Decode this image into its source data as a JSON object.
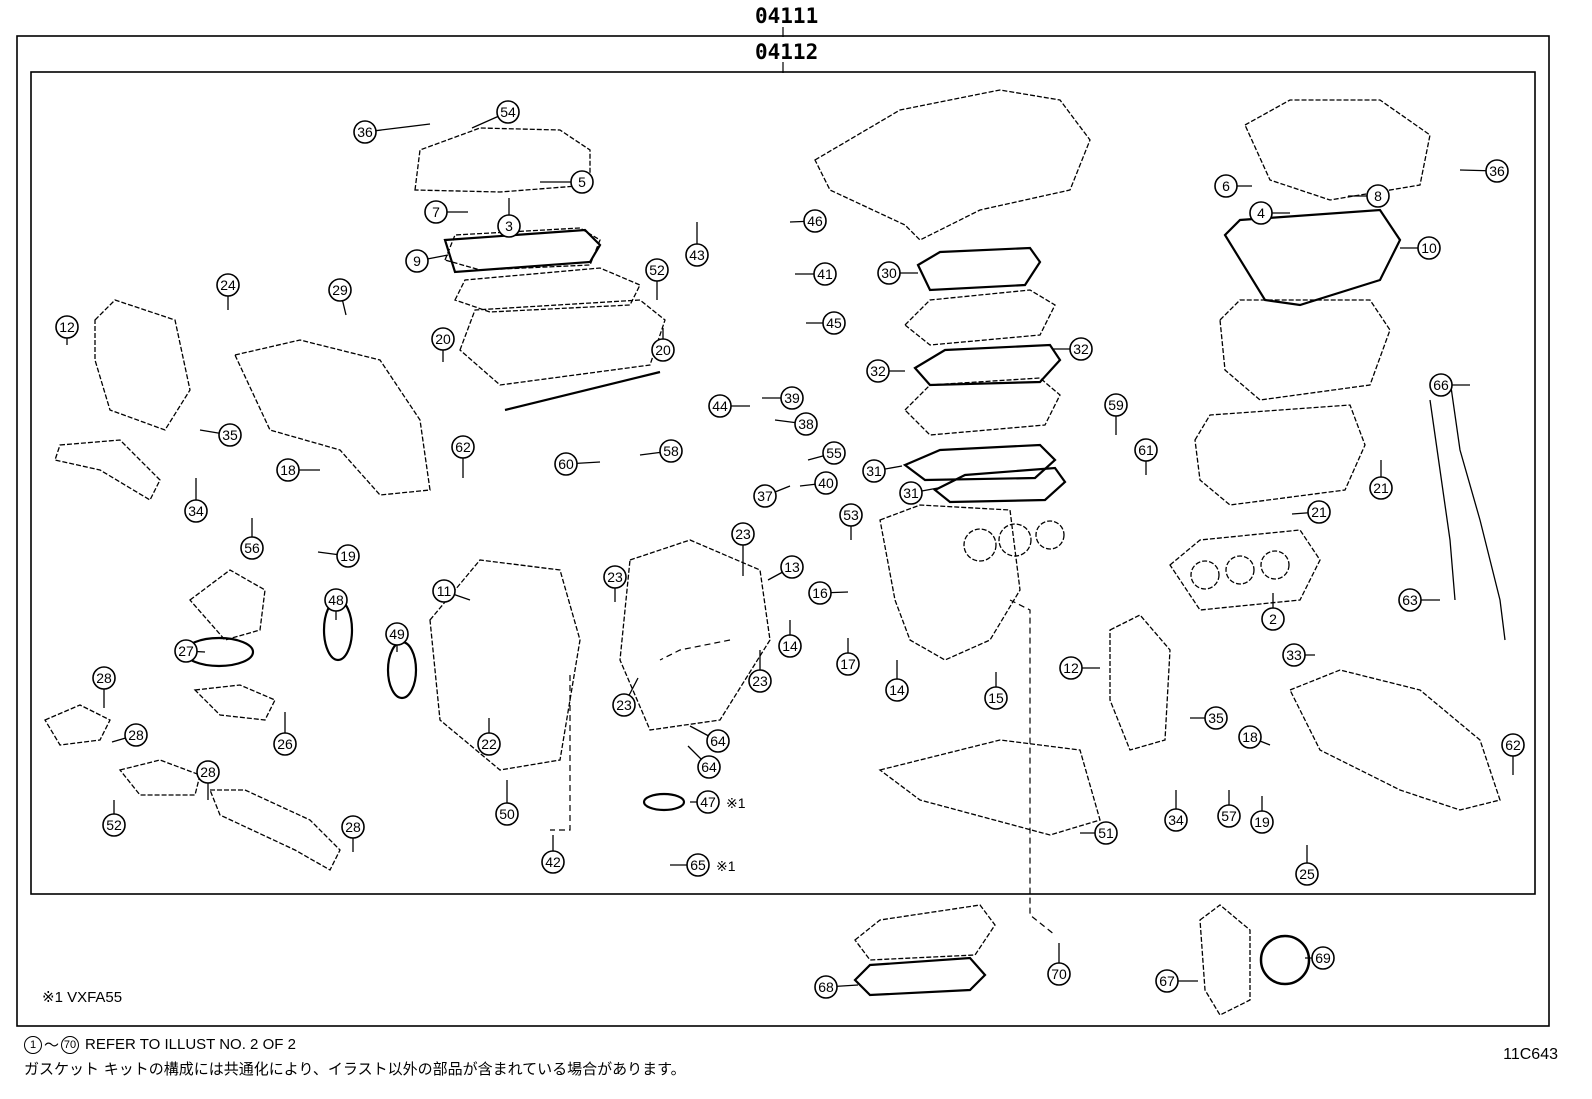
{
  "header": {
    "assembly_code": "04111",
    "kit_code": "04112"
  },
  "footnote": "※1  VXFA55",
  "refer_note": {
    "from": "1",
    "to": "70",
    "text": "REFER TO ILLUST NO. 2 OF 2"
  },
  "japanese_note": "ガスケット キットの構成には共通化により、イラスト以外の部品が含まれている場合があります。",
  "illustration_code": "11C643",
  "callouts": [
    "54",
    "36",
    "5",
    "7",
    "3",
    "46",
    "43",
    "9",
    "6",
    "36",
    "8",
    "4",
    "10",
    "24",
    "29",
    "52",
    "41",
    "30",
    "12",
    "45",
    "20",
    "20",
    "32",
    "32",
    "66",
    "44",
    "39",
    "38",
    "59",
    "61",
    "35",
    "62",
    "55",
    "60",
    "58",
    "31",
    "31",
    "21",
    "18",
    "37",
    "40",
    "34",
    "21",
    "56",
    "19",
    "53",
    "23",
    "13",
    "11",
    "23",
    "16",
    "2",
    "63",
    "48",
    "49",
    "14",
    "27",
    "17",
    "33",
    "12",
    "14",
    "15",
    "28",
    "22",
    "23",
    "23",
    "64",
    "35",
    "18",
    "62",
    "28",
    "26",
    "64",
    "47",
    "28",
    "52",
    "57",
    "34",
    "19",
    "50",
    "51",
    "28",
    "42",
    "65",
    "25",
    "70",
    "69",
    "68",
    "67"
  ],
  "callout_notes": {
    "47": "※1",
    "65": "※1"
  }
}
